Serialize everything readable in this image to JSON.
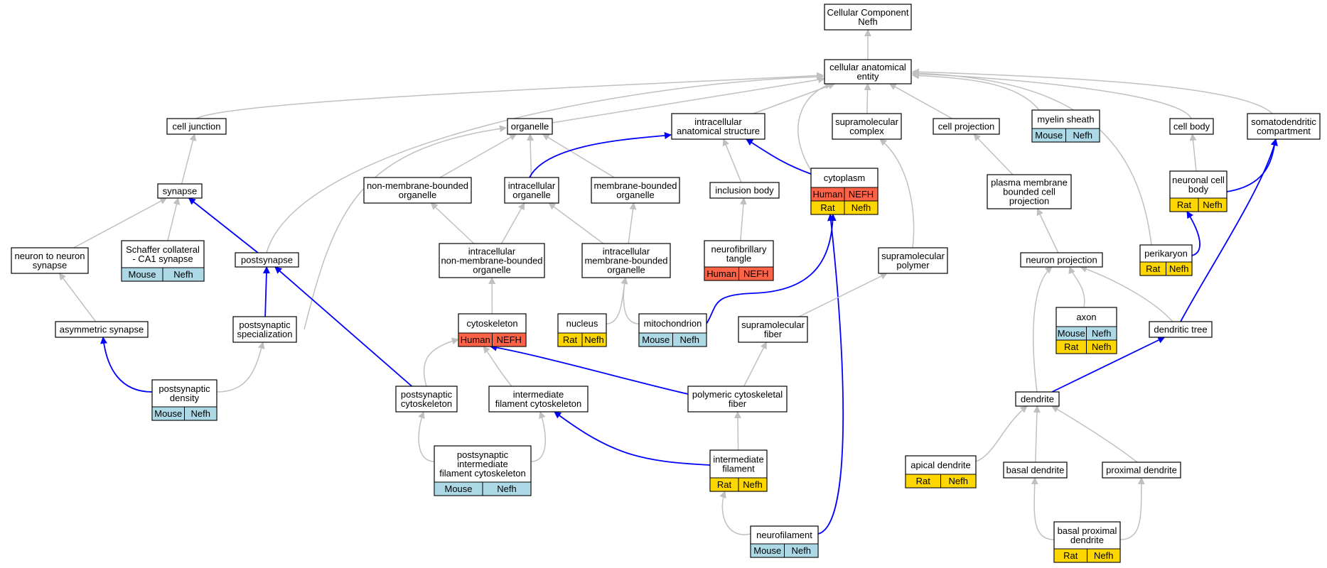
{
  "colors": {
    "edge_default": "#c0c0c0",
    "edge_highlight": "#0000ff",
    "Human": "#ff6347",
    "Mouse": "#add8e6",
    "Rat": "#ffd700"
  },
  "nodes": [
    {
      "id": "root",
      "lines": [
        "Cellular Component",
        "Nefh"
      ]
    },
    {
      "id": "cae",
      "lines": [
        "cellular anatomical",
        "entity"
      ]
    },
    {
      "id": "celljunction",
      "lines": [
        "cell junction"
      ]
    },
    {
      "id": "organelle",
      "lines": [
        "organelle"
      ]
    },
    {
      "id": "ias",
      "lines": [
        "intracellular",
        "anatomical structure"
      ]
    },
    {
      "id": "supracomplex",
      "lines": [
        "supramolecular",
        "complex"
      ]
    },
    {
      "id": "cellproj",
      "lines": [
        "cell projection"
      ]
    },
    {
      "id": "myelin",
      "lines": [
        "myelin sheath"
      ],
      "ann": [
        [
          {
            "s": "Mouse",
            "c": "Mouse"
          },
          {
            "s": "Nefh",
            "c": "Mouse"
          }
        ]
      ]
    },
    {
      "id": "cellbody",
      "lines": [
        "cell body"
      ]
    },
    {
      "id": "somato",
      "lines": [
        "somatodendritic",
        "compartment"
      ]
    },
    {
      "id": "synapse",
      "lines": [
        "synapse"
      ]
    },
    {
      "id": "nmbo",
      "lines": [
        "non-membrane-bounded",
        "organelle"
      ]
    },
    {
      "id": "io",
      "lines": [
        "intracellular",
        "organelle"
      ]
    },
    {
      "id": "mbo",
      "lines": [
        "membrane-bounded",
        "organelle"
      ]
    },
    {
      "id": "inclusion",
      "lines": [
        "inclusion body"
      ]
    },
    {
      "id": "cytoplasm",
      "lines": [
        "cytoplasm"
      ],
      "ann": [
        [
          {
            "s": "Human",
            "c": "Human"
          },
          {
            "s": "NEFH",
            "c": "Human"
          }
        ],
        [
          {
            "s": "Rat",
            "c": "Rat"
          },
          {
            "s": "Nefh",
            "c": "Rat"
          }
        ]
      ]
    },
    {
      "id": "pmbcp",
      "lines": [
        "plasma membrane",
        "bounded cell",
        "projection"
      ]
    },
    {
      "id": "ncb",
      "lines": [
        "neuronal cell",
        "body"
      ],
      "ann": [
        [
          {
            "s": "Rat",
            "c": "Rat"
          },
          {
            "s": "Nefh",
            "c": "Rat"
          }
        ]
      ]
    },
    {
      "id": "n2n",
      "lines": [
        "neuron to neuron",
        "synapse"
      ]
    },
    {
      "id": "schaffer",
      "lines": [
        "Schaffer collateral",
        "- CA1 synapse"
      ],
      "ann": [
        [
          {
            "s": "Mouse",
            "c": "Mouse"
          },
          {
            "s": "Nefh",
            "c": "Mouse"
          }
        ]
      ]
    },
    {
      "id": "postsynapse",
      "lines": [
        "postsynapse"
      ]
    },
    {
      "id": "inmbo",
      "lines": [
        "intracellular",
        "non-membrane-bounded",
        "organelle"
      ]
    },
    {
      "id": "imbo",
      "lines": [
        "intracellular",
        "membrane-bounded",
        "organelle"
      ]
    },
    {
      "id": "nft",
      "lines": [
        "neurofibrillary",
        "tangle"
      ],
      "ann": [
        [
          {
            "s": "Human",
            "c": "Human"
          },
          {
            "s": "NEFH",
            "c": "Human"
          }
        ]
      ]
    },
    {
      "id": "suprapoly",
      "lines": [
        "supramolecular",
        "polymer"
      ]
    },
    {
      "id": "neuronproj",
      "lines": [
        "neuron projection"
      ]
    },
    {
      "id": "perikaryon",
      "lines": [
        "perikaryon"
      ],
      "ann": [
        [
          {
            "s": "Rat",
            "c": "Rat"
          },
          {
            "s": "Nefh",
            "c": "Rat"
          }
        ]
      ]
    },
    {
      "id": "axon",
      "lines": [
        "axon"
      ],
      "ann": [
        [
          {
            "s": "Mouse",
            "c": "Mouse"
          },
          {
            "s": "Nefh",
            "c": "Mouse"
          }
        ],
        [
          {
            "s": "Rat",
            "c": "Rat"
          },
          {
            "s": "Nefh",
            "c": "Rat"
          }
        ]
      ]
    },
    {
      "id": "asym",
      "lines": [
        "asymmetric synapse"
      ]
    },
    {
      "id": "pss",
      "lines": [
        "postsynaptic",
        "specialization"
      ]
    },
    {
      "id": "cytoskeleton",
      "lines": [
        "cytoskeleton"
      ],
      "ann": [
        [
          {
            "s": "Human",
            "c": "Human"
          },
          {
            "s": "NEFH",
            "c": "Human"
          }
        ]
      ]
    },
    {
      "id": "nucleus",
      "lines": [
        "nucleus"
      ],
      "ann": [
        [
          {
            "s": "Rat",
            "c": "Rat"
          },
          {
            "s": "Nefh",
            "c": "Rat"
          }
        ]
      ]
    },
    {
      "id": "mito",
      "lines": [
        "mitochondrion"
      ],
      "ann": [
        [
          {
            "s": "Mouse",
            "c": "Mouse"
          },
          {
            "s": "Nefh",
            "c": "Mouse"
          }
        ]
      ]
    },
    {
      "id": "suprafiber",
      "lines": [
        "supramolecular",
        "fiber"
      ]
    },
    {
      "id": "dtree",
      "lines": [
        "dendritic tree"
      ]
    },
    {
      "id": "psd",
      "lines": [
        "postsynaptic",
        "density"
      ],
      "ann": [
        [
          {
            "s": "Mouse",
            "c": "Mouse"
          },
          {
            "s": "Nefh",
            "c": "Mouse"
          }
        ]
      ]
    },
    {
      "id": "pscyto",
      "lines": [
        "postsynaptic",
        "cytoskeleton"
      ]
    },
    {
      "id": "ifc",
      "lines": [
        "intermediate",
        "filament cytoskeleton"
      ]
    },
    {
      "id": "pcf",
      "lines": [
        "polymeric cytoskeletal",
        "fiber"
      ]
    },
    {
      "id": "dendrite",
      "lines": [
        "dendrite"
      ]
    },
    {
      "id": "psifc",
      "lines": [
        "postsynaptic",
        "intermediate",
        "filament cytoskeleton"
      ],
      "ann": [
        [
          {
            "s": "Mouse",
            "c": "Mouse"
          },
          {
            "s": "Nefh",
            "c": "Mouse"
          }
        ]
      ]
    },
    {
      "id": "if",
      "lines": [
        "intermediate",
        "filament"
      ],
      "ann": [
        [
          {
            "s": "Rat",
            "c": "Rat"
          },
          {
            "s": "Nefh",
            "c": "Rat"
          }
        ]
      ]
    },
    {
      "id": "apical",
      "lines": [
        "apical dendrite"
      ],
      "ann": [
        [
          {
            "s": "Rat",
            "c": "Rat"
          },
          {
            "s": "Nefh",
            "c": "Rat"
          }
        ]
      ]
    },
    {
      "id": "basal",
      "lines": [
        "basal dendrite"
      ]
    },
    {
      "id": "proximal",
      "lines": [
        "proximal dendrite"
      ]
    },
    {
      "id": "nf",
      "lines": [
        "neurofilament"
      ],
      "ann": [
        [
          {
            "s": "Mouse",
            "c": "Mouse"
          },
          {
            "s": "Nefh",
            "c": "Mouse"
          }
        ]
      ]
    },
    {
      "id": "bpd",
      "lines": [
        "basal proximal",
        "dendrite"
      ],
      "ann": [
        [
          {
            "s": "Rat",
            "c": "Rat"
          },
          {
            "s": "Nefh",
            "c": "Rat"
          }
        ]
      ]
    }
  ],
  "edges": [
    {
      "from": "cae",
      "to": "root",
      "hl": false
    },
    {
      "from": "celljunction",
      "to": "cae",
      "hl": false
    },
    {
      "from": "organelle",
      "to": "cae",
      "hl": false
    },
    {
      "from": "ias",
      "to": "cae",
      "hl": false
    },
    {
      "from": "supracomplex",
      "to": "cae",
      "hl": false
    },
    {
      "from": "cellproj",
      "to": "cae",
      "hl": false
    },
    {
      "from": "myelin",
      "to": "cae",
      "hl": false
    },
    {
      "from": "cellbody",
      "to": "cae",
      "hl": false
    },
    {
      "from": "somato",
      "to": "cae",
      "hl": false
    },
    {
      "from": "postsynapse",
      "to": "cae",
      "hl": false
    },
    {
      "from": "cytoplasm",
      "to": "cae",
      "hl": false
    },
    {
      "from": "perikaryon",
      "to": "cae",
      "hl": false
    },
    {
      "from": "synapse",
      "to": "celljunction",
      "hl": false
    },
    {
      "from": "nmbo",
      "to": "organelle",
      "hl": false
    },
    {
      "from": "io",
      "to": "organelle",
      "hl": false
    },
    {
      "from": "mbo",
      "to": "organelle",
      "hl": false
    },
    {
      "from": "pss",
      "to": "organelle",
      "hl": false
    },
    {
      "from": "io",
      "to": "ias",
      "hl": true
    },
    {
      "from": "inclusion",
      "to": "ias",
      "hl": false
    },
    {
      "from": "cytoplasm",
      "to": "ias",
      "hl": true
    },
    {
      "from": "suprapoly",
      "to": "supracomplex",
      "hl": false
    },
    {
      "from": "pmbcp",
      "to": "cellproj",
      "hl": false
    },
    {
      "from": "ncb",
      "to": "cellbody",
      "hl": false
    },
    {
      "from": "ncb",
      "to": "somato",
      "hl": true
    },
    {
      "from": "dtree",
      "to": "somato",
      "hl": true
    },
    {
      "from": "n2n",
      "to": "synapse",
      "hl": false
    },
    {
      "from": "schaffer",
      "to": "synapse",
      "hl": false
    },
    {
      "from": "postsynapse",
      "to": "synapse",
      "hl": true
    },
    {
      "from": "inmbo",
      "to": "nmbo",
      "hl": false
    },
    {
      "from": "inmbo",
      "to": "io",
      "hl": false
    },
    {
      "from": "imbo",
      "to": "io",
      "hl": false
    },
    {
      "from": "imbo",
      "to": "mbo",
      "hl": false
    },
    {
      "from": "nft",
      "to": "inclusion",
      "hl": false
    },
    {
      "from": "mito",
      "to": "cytoplasm",
      "hl": true
    },
    {
      "from": "nf",
      "to": "cytoplasm",
      "hl": true
    },
    {
      "from": "neuronproj",
      "to": "pmbcp",
      "hl": false
    },
    {
      "from": "perikaryon",
      "to": "ncb",
      "hl": true
    },
    {
      "from": "asym",
      "to": "n2n",
      "hl": false
    },
    {
      "from": "pss",
      "to": "postsynapse",
      "hl": true
    },
    {
      "from": "pscyto",
      "to": "postsynapse",
      "hl": true
    },
    {
      "from": "cytoskeleton",
      "to": "inmbo",
      "hl": false
    },
    {
      "from": "nucleus",
      "to": "imbo",
      "hl": false
    },
    {
      "from": "mito",
      "to": "imbo",
      "hl": false
    },
    {
      "from": "suprafiber",
      "to": "suprapoly",
      "hl": false
    },
    {
      "from": "axon",
      "to": "neuronproj",
      "hl": false
    },
    {
      "from": "dendrite",
      "to": "neuronproj",
      "hl": false
    },
    {
      "from": "dtree",
      "to": "neuronproj",
      "hl": false
    },
    {
      "from": "psd",
      "to": "asym",
      "hl": true
    },
    {
      "from": "psd",
      "to": "pss",
      "hl": false
    },
    {
      "from": "pscyto",
      "to": "cytoskeleton",
      "hl": false
    },
    {
      "from": "ifc",
      "to": "cytoskeleton",
      "hl": false
    },
    {
      "from": "pcf",
      "to": "cytoskeleton",
      "hl": true
    },
    {
      "from": "pcf",
      "to": "suprafiber",
      "hl": false
    },
    {
      "from": "dendrite",
      "to": "dtree",
      "hl": true
    },
    {
      "from": "psifc",
      "to": "pscyto",
      "hl": false
    },
    {
      "from": "psifc",
      "to": "ifc",
      "hl": false
    },
    {
      "from": "if",
      "to": "ifc",
      "hl": true
    },
    {
      "from": "if",
      "to": "pcf",
      "hl": false
    },
    {
      "from": "apical",
      "to": "dendrite",
      "hl": false
    },
    {
      "from": "basal",
      "to": "dendrite",
      "hl": false
    },
    {
      "from": "proximal",
      "to": "dendrite",
      "hl": false
    },
    {
      "from": "nf",
      "to": "if",
      "hl": false
    },
    {
      "from": "bpd",
      "to": "basal",
      "hl": false
    },
    {
      "from": "bpd",
      "to": "proximal",
      "hl": false
    }
  ]
}
